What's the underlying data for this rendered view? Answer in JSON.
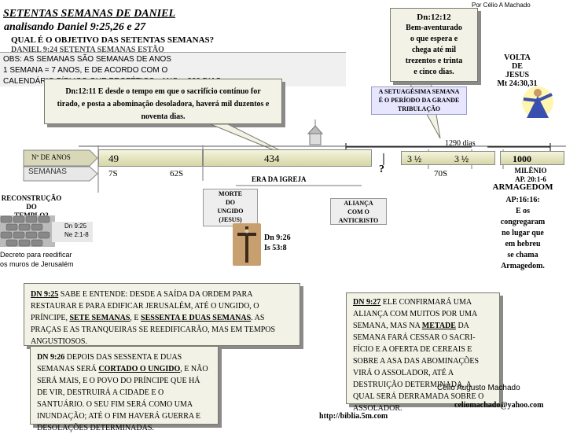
{
  "author_top": "Por Célio A Machado",
  "title": "SETENTAS SEMANAS DE DANIEL",
  "subtitle": "analisando Daniel 9:25,26 e 27",
  "question": "QUAL É O OBJETIVO DAS SETENTAS SEMANAS?",
  "hidden_line": "DANIEL 9:24 SETENTA SEMANAS ESTÃO",
  "obs_lines": [
    "OBS: AS SEMANAS SÃO SEMANAS DE ANOS",
    "1 SEMANA = 7 ANOS, E DE ACORDO COM O",
    "CALENDÁRIO BÍBLICO QUE PROFÉTICO - ANO = 360 DIAS"
  ],
  "dn1211": "Dn:12:11  E desde o tempo em que o sacrifício contínuo for tirado, e posta a abominação desoladora, haverá mil duzentos e noventa dias.",
  "dn1212": [
    "Dn:12:12",
    "Bem-aventurado",
    "o que espera e",
    "chega até mil",
    "trezentos e trinta",
    "e  cinco dias."
  ],
  "volta": [
    "VOLTA",
    "DE",
    "JESUS",
    "Mt 24:30,31"
  ],
  "septuagesima": [
    "A SETUAGÉSIMA SEMANA",
    "É O PERÍODO DA GRANDE",
    "TRIBULAÇÃO"
  ],
  "days_1290": "1290 dias",
  "years_label": "Nº DE ANOS",
  "weeks_label": "SEMANAS",
  "y49": "49",
  "y434": "434",
  "y3a": "3",
  "y3b": "3",
  "y1000": "1000",
  "w7": "7S",
  "w62": "62S",
  "w70": "70S",
  "era": "ERA DA IGREJA",
  "question_mark": "?",
  "milenio": [
    "MILÊNIO",
    "AP. 20:1-6"
  ],
  "reconstrucao": [
    "RECONSTRUÇÃO",
    "DO",
    "TEMPLO?"
  ],
  "dn925_ne": [
    "Dn 9:25",
    "Ne 2:1-8"
  ],
  "decreto": [
    "Decreto para reedificar",
    "os muros de Jerusalém"
  ],
  "morte": [
    "MORTE",
    "DO",
    "UNGIDO",
    "(JESUS)"
  ],
  "dn926_ref": [
    "Dn 9:26",
    "Is 53:8"
  ],
  "alianca": [
    "ALIANÇA",
    "COM O",
    "ANTICRISTO"
  ],
  "armagedom_title": "ARMAGEDOM",
  "armagedom_text": [
    "AP:16:16:",
    "E os",
    "congregaram",
    "no lugar  que",
    "em  hebreu",
    "se chama",
    "Armagedom."
  ],
  "dn925_ref": "DN 9:25",
  "dn925_body": " SABE E ENTENDE: DESDE A SAÍDA DA ORDEM PARA RESTAURAR E PARA EDIFICAR JERUSALÉM, ATÉ O UNGIDO, O PRÍNCIPE, ",
  "dn925_sete": "SETE SEMANAS",
  "dn925_mid": ", E ",
  "dn925_sessenta": "SESSENTA E DUAS SEMANAS",
  "dn925_end": ". AS PRAÇAS E AS TRANQUEIRAS SE REEDIFICARÃO, MAS EM TEMPOS ANGUSTIOSOS.",
  "dn926_ref_b": "DN 9:26",
  "dn926_p1": " DEPOIS DAS SESSENTA E DUAS SEMANAS SERÁ ",
  "dn926_cortado": "CORTADO O UNGIDO",
  "dn926_p2": ", E NÃO SERÁ MAIS, E O POVO DO PRÍNCIPE QUE HÁ DE VIR, DESTRUIRÁ A CIDADE E O SANTUÁRIO. O SEU FIM SERÁ COMO UMA INUNDAÇÃO; ATÉ O FIM HAVERÁ GUERRA E DESOLAÇÕES DETERMINADAS.",
  "dn927_ref": "DN 9:27",
  "dn927_p1": " ELE CONFIRMARÁ UMA ALIANÇA COM  MUITOS POR UMA SEMANA, MAS NA ",
  "dn927_metade": "METADE",
  "dn927_p2": " DA SEMANA FARÁ CESSAR O SACRI-FÍCIO E A OFERTA DE CEREAIS E SOBRE A ASA  DAS ABOMINAÇÕES VIRÁ O ASSOLADOR, ATÉ A DESTRUIÇÃO DETERMINADA, A QUAL SERÁ DERRAMADA SOBRE O ASSOLADOR.",
  "author_name": "Célio Augusto Machado",
  "email": "celiomachado@yahoo.com",
  "url": "http://biblia.5m.com"
}
